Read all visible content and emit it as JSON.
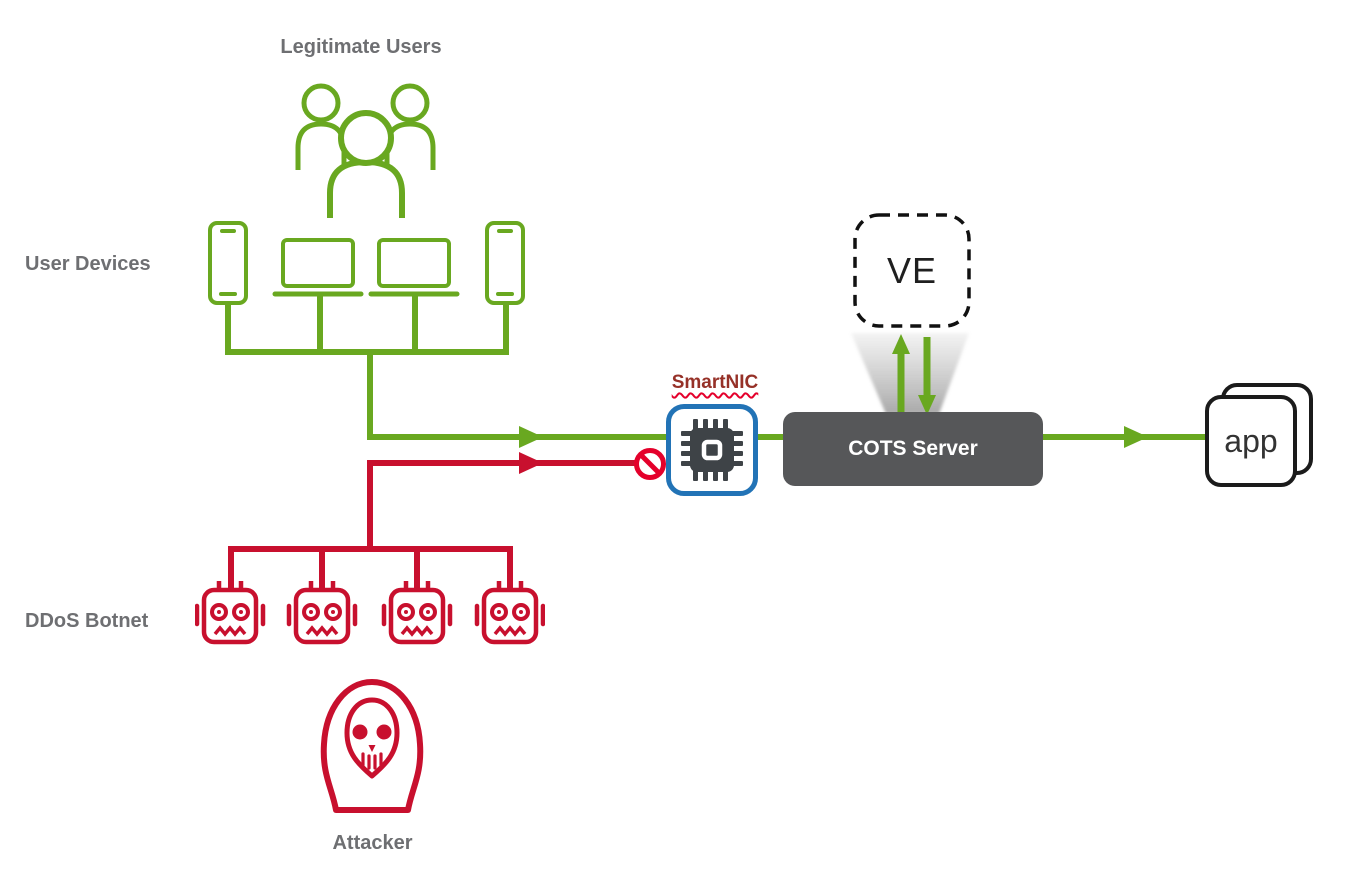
{
  "labels": {
    "legitimate_users": "Legitimate Users",
    "user_devices": "User Devices",
    "ddos_botnet": "DDoS Botnet",
    "attacker": "Attacker",
    "smartnic": "SmartNIC",
    "cots_server": "COTS Server",
    "ve": "VE",
    "app": "app"
  },
  "colors": {
    "green": "#69A820",
    "red": "#C8102E",
    "bright_red": "#E4002B",
    "label_gray": "#6E6F72",
    "server_gray": "#565759",
    "smartnic_blue": "#2273B6",
    "chip_dark": "#3E4347",
    "ink": "#1F1F1F",
    "smartnic_text": "#963128"
  },
  "flows": [
    {
      "from": "User Devices",
      "to": "COTS Server",
      "via": "SmartNIC",
      "status": "allowed",
      "color": "green"
    },
    {
      "from": "DDoS Botnet",
      "to": "SmartNIC",
      "status": "blocked",
      "color": "red"
    },
    {
      "from": "COTS Server",
      "to": "app",
      "status": "allowed",
      "color": "green"
    },
    {
      "from": "VE",
      "to": "COTS Server",
      "status": "bidirectional",
      "color": "green"
    }
  ]
}
